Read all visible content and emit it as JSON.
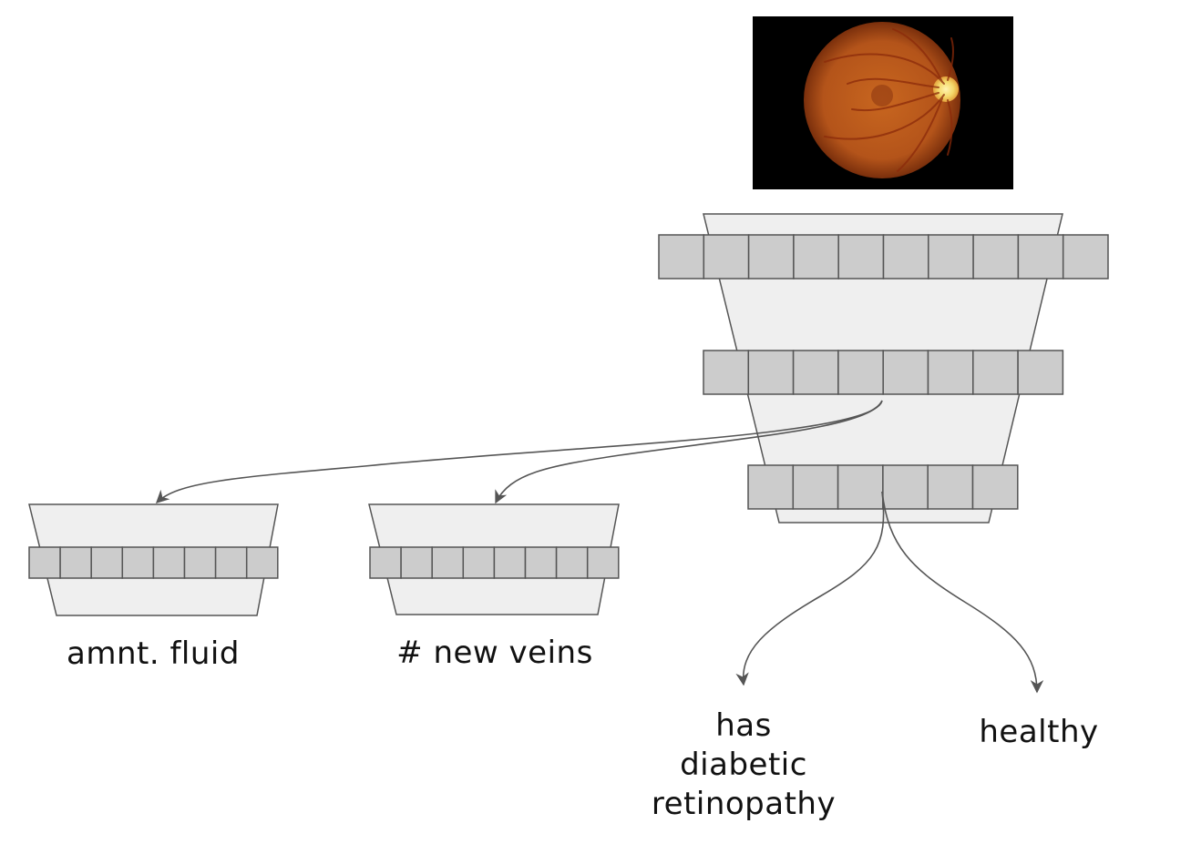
{
  "diagram": {
    "image": {
      "content": "retina fundus photograph",
      "background_color": "#000000"
    },
    "colors": {
      "trapezoid_fill": "#efefef",
      "cell_fill": "#cccccc",
      "stroke": "#555555",
      "arrow": "#555555",
      "retina_center": "#c8661f",
      "retina_edge": "#7a2f0c",
      "optic_disc": "#f4d86a"
    },
    "main_network": {
      "layers": [
        {
          "cells": 10
        },
        {
          "cells": 8
        },
        {
          "cells": 6
        }
      ]
    },
    "heads": [
      {
        "cells": 8,
        "label": "amnt. fluid"
      },
      {
        "cells": 8,
        "label": "# new veins"
      }
    ],
    "outputs": [
      {
        "lines": [
          "has",
          "diabetic",
          "retinopathy"
        ]
      },
      {
        "lines": [
          "healthy"
        ]
      }
    ]
  }
}
